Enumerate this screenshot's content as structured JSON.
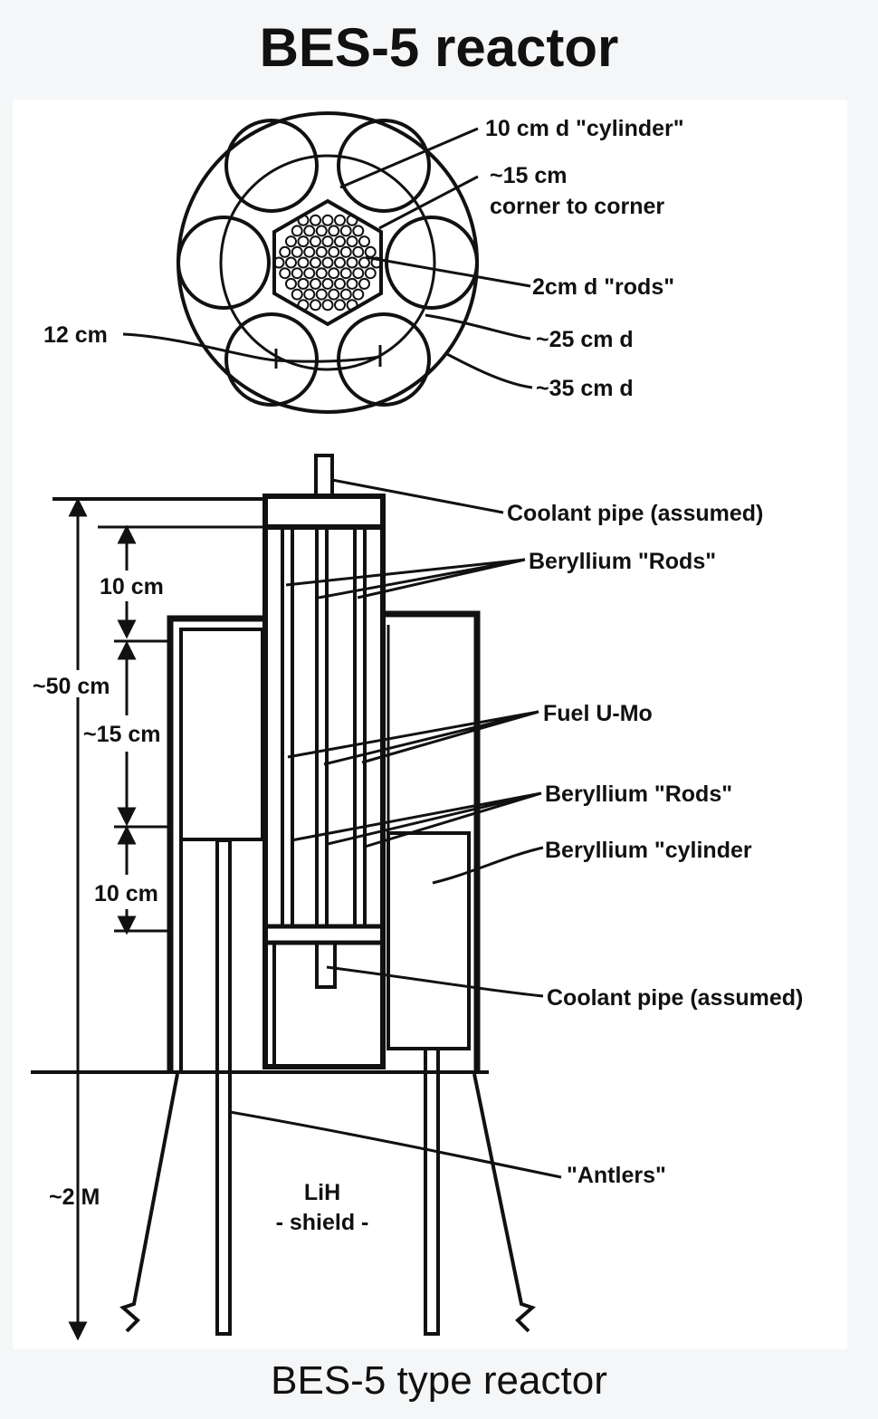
{
  "title": "BES-5 reactor",
  "caption": "BES-5 type reactor",
  "colors": {
    "ink": "#111111",
    "paper": "#ffffff",
    "background": "#f5f6f8"
  },
  "cross_section_labels": {
    "cylinder": "10 cm d \"cylinder\"",
    "corner_1": "~15 cm",
    "corner_2": "corner to corner",
    "rods": "2cm d \"rods\"",
    "d25": "~25 cm d",
    "d35": "~35 cm d",
    "gap12": "12 cm"
  },
  "side_view_labels": {
    "coolant_top": "Coolant pipe (assumed)",
    "be_rods_top": "Beryllium \"Rods\"",
    "fuel": "Fuel U-Mo",
    "be_rods_bottom": "Beryllium \"Rods\"",
    "be_cylinder": "Beryllium \"cylinder",
    "coolant_bottom": "Coolant pipe (assumed)",
    "antlers": "\"Antlers\"",
    "lih": "LiH",
    "shield": "- shield -"
  },
  "dimensions": {
    "top10": "10 cm",
    "overall50": "~50 cm",
    "mid15": "~15 cm",
    "bottom10": "10 cm",
    "length2m": "~2 M"
  }
}
